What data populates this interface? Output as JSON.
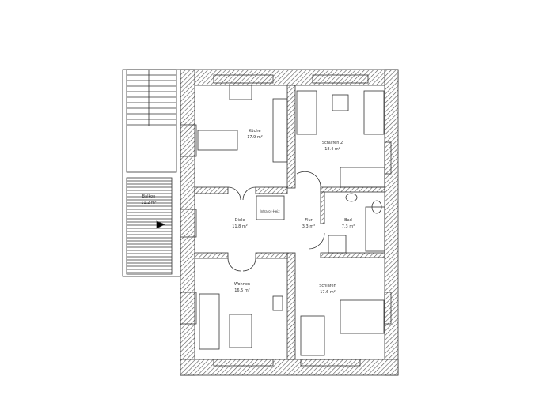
{
  "rooms": [
    {
      "name": "Küche",
      "area": "17.9 m²"
    },
    {
      "name": "Schlafen 2",
      "area": "18.4 m²"
    },
    {
      "name": "Balkon",
      "area": "11.2 m²"
    },
    {
      "name": "Diele",
      "area": "11.8 m²"
    },
    {
      "name": "Flur",
      "area": "3.3 m²"
    },
    {
      "name": "Bad",
      "area": "7.3 m²"
    },
    {
      "name": "Wohnen",
      "area": "16.5 m²"
    },
    {
      "name": "Schlafen",
      "area": "17.6 m²"
    }
  ],
  "heater_label": "Infrarot-Heiz",
  "colors": {
    "wall_hatch": "#555555",
    "lines": "#333333"
  }
}
